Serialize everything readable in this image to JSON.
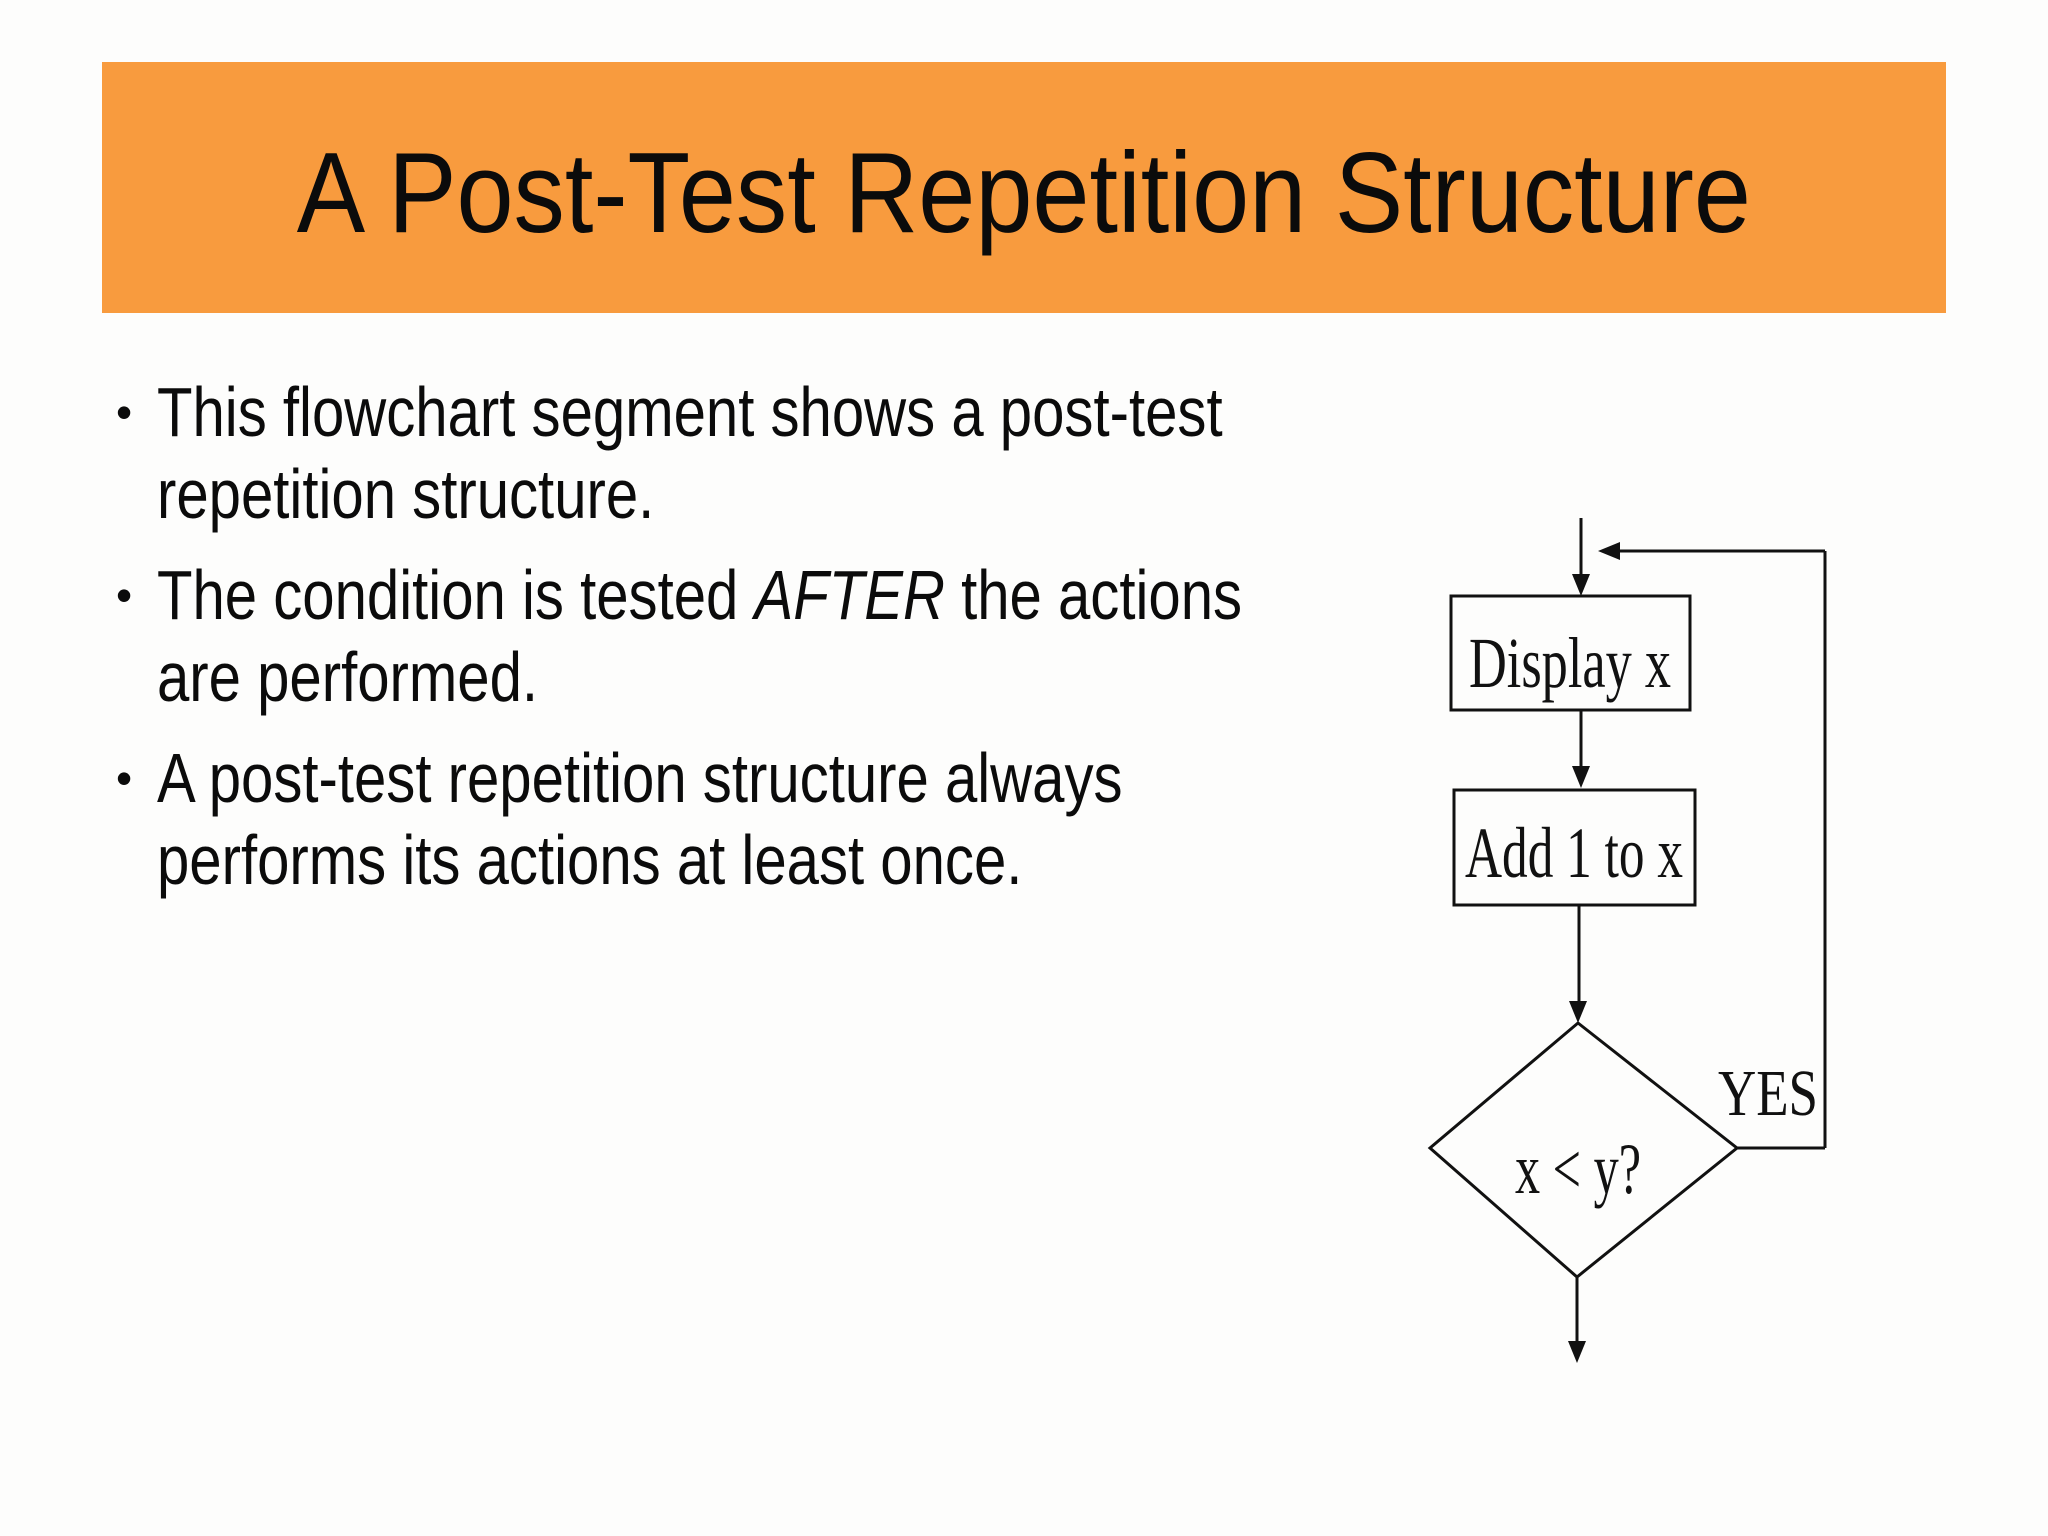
{
  "slide": {
    "title": "A Post-Test Repetition Structure",
    "title_banner_color": "#f89b3e",
    "text_color": "#0b0b0b",
    "bullet_char": "•",
    "bullets": [
      {
        "line1": "This flowchart segment shows a post-test",
        "line2": "repetition structure."
      },
      {
        "line1_pre": "The condition is tested ",
        "line1_em": "AFTER",
        "line1_post": " the actions",
        "line2": "are performed."
      },
      {
        "line1": "A post-test repetition structure always",
        "line2": "performs its actions at least once."
      }
    ],
    "flowchart": {
      "box1_label": "Display x",
      "box2_label": "Add 1 to x",
      "decision_label": "x < y?",
      "branch_label": "YES"
    }
  }
}
